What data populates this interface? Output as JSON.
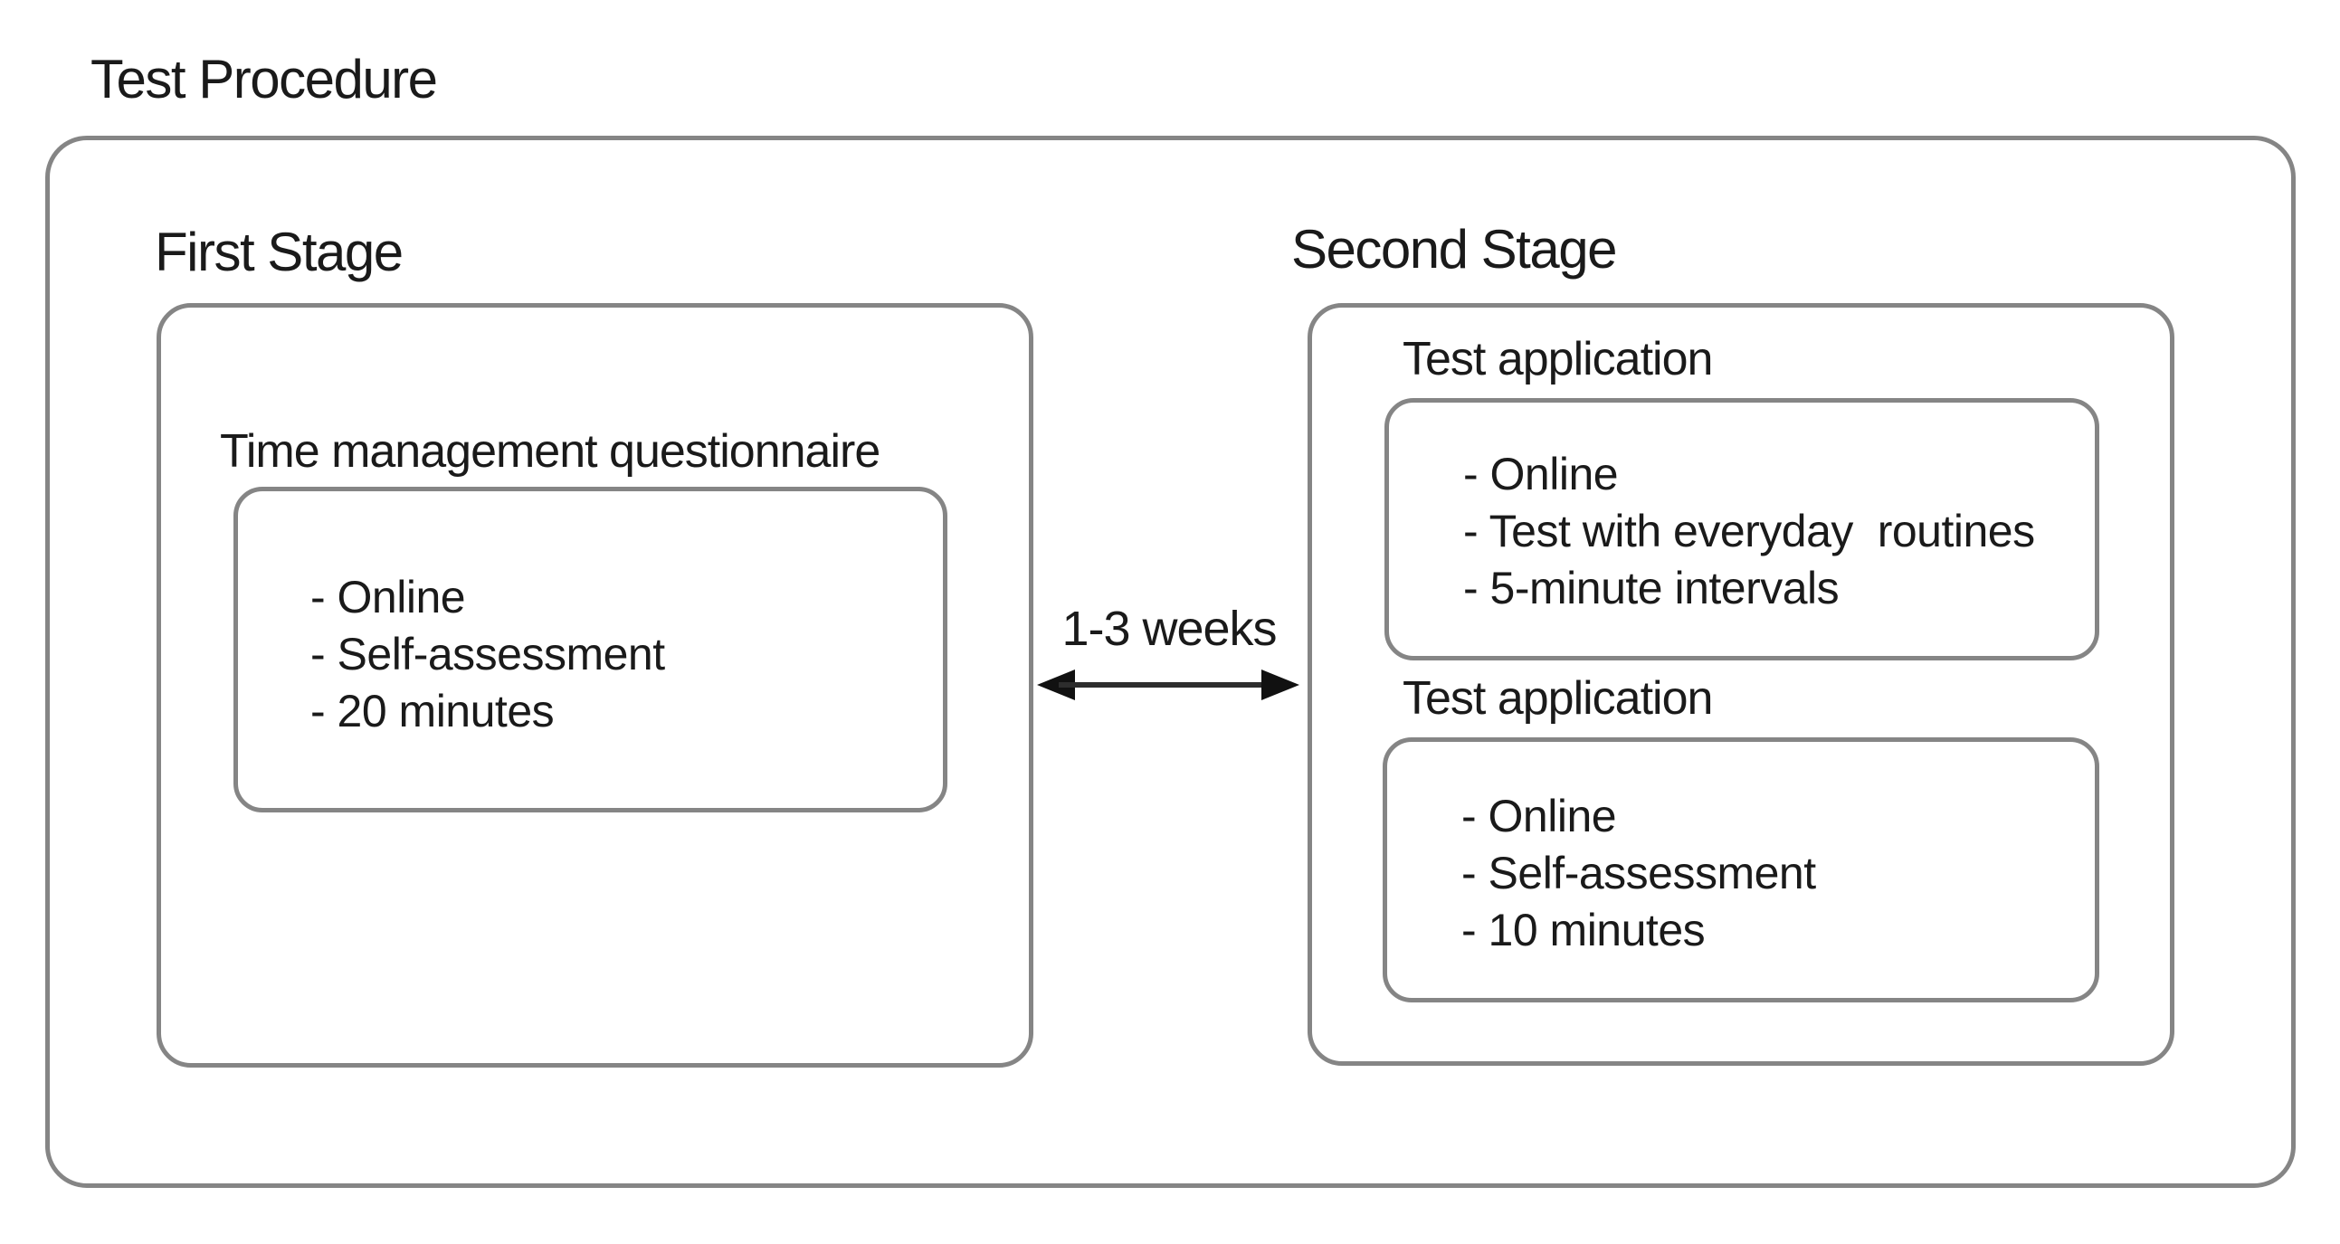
{
  "diagram": {
    "title": "Test Procedure",
    "interval": {
      "label": "1-3 weeks"
    },
    "first_stage": {
      "label": "First Stage",
      "questionnaire_label": "Time management questionnaire",
      "items": [
        "- Online",
        "- Self-assessment",
        "- 20 minutes"
      ]
    },
    "second_stage": {
      "label": "Second Stage",
      "applications": [
        {
          "label": "Test application",
          "items": [
            "- Online",
            "- Test with everyday  routines",
            "- 5-minute intervals"
          ]
        },
        {
          "label": "Test application",
          "items": [
            "- Online",
            "- Self-assessment",
            "- 10 minutes"
          ]
        }
      ]
    },
    "colors": {
      "background": "#ffffff",
      "border": "#858585",
      "text": "#1a1a1a",
      "arrow": "#111111"
    }
  }
}
